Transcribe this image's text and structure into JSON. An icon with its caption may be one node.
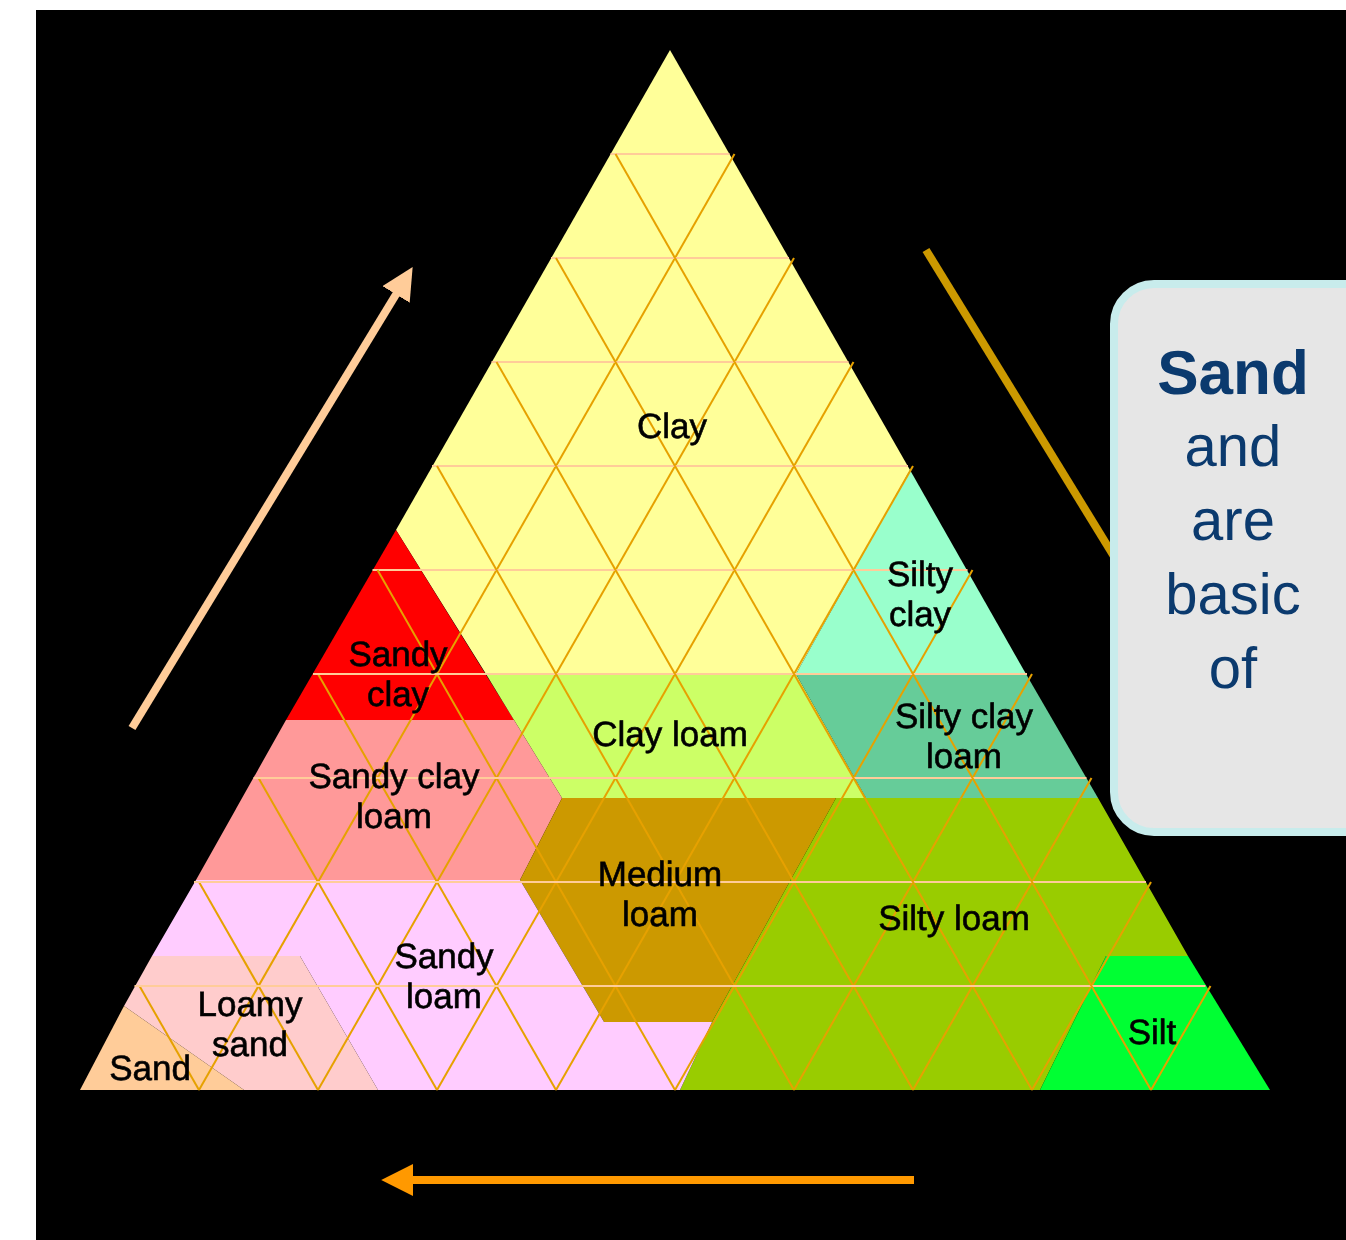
{
  "diagram": {
    "nodes": [
      {
        "text": [
          "Clay"
        ]
      },
      {
        "text": [
          "Silty clay"
        ]
      },
      {
        "text": [
          "Sandy clay"
        ]
      },
      {
        "text": [
          "Clay loam"
        ]
      },
      {
        "text": [
          "Silty clay loam"
        ]
      },
      {
        "text": [
          "Sandy clay loam"
        ]
      },
      {
        "text": [
          "Medium loam"
        ]
      },
      {
        "text": [
          "Silty loam"
        ]
      },
      {
        "text": [
          "Sandy loam"
        ]
      },
      {
        "text": [
          "Loamy sand"
        ]
      },
      {
        "text": [
          "Sand"
        ]
      },
      {
        "text": [
          "Silt"
        ]
      },
      {
        "text": [
          "Sand",
          "and are basic of"
        ]
      }
    ]
  }
}
